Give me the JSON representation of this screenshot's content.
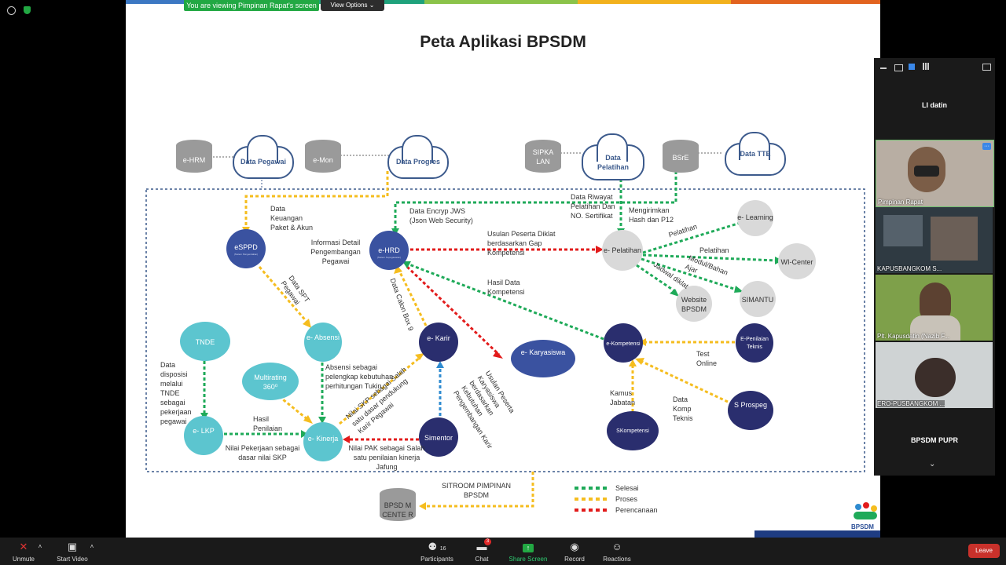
{
  "banner": {
    "viewing_text": "You are viewing Pimpinan Rapat's screen",
    "view_options": "View Options"
  },
  "slide": {
    "title": "Peta Aplikasi BPSDM",
    "stripe_colors": [
      "#3c78c3",
      "#1fa27c",
      "#8bc34a",
      "#f2b11d",
      "#e2631f"
    ],
    "databases": [
      "e-HRM",
      "e-Mon",
      "SIPKA LAN",
      "BSrE",
      "BPSD M CENTE R"
    ],
    "clouds": [
      "Data Pegawai",
      "Data Progres",
      "Data Pelatihan",
      "Data TTE"
    ],
    "apps": {
      "esppd": "eSPPD",
      "esppd_sub": "(Sistem Pengendalian)",
      "ehrd": "e-HRD",
      "ehrd_sub": "(Sistem Kepegawaian)",
      "epelatihan": "e- Pelatihan",
      "elearning": "e- Learning",
      "wicenter": "WI-Center",
      "simantu": "SIMANTU",
      "website": "Website BPSDM",
      "tnde": "TNDE",
      "eabsensi": "e- Absensi",
      "ekarir": "e- Karir",
      "ekaryasiswa": "e- Karyasiswa",
      "multirating": "Multirating 360⁰",
      "elkp": "e- LKP",
      "ekinerja": "e- Kinerja",
      "simentor": "Simentor",
      "ekompetensi": "e-Kompetensi",
      "epenilaian": "E-Penilaian Teknis",
      "skompetensi": "SKompetensi",
      "sprospeg": "S Prospeg"
    },
    "labels": {
      "data_keuangan": "Data Keuangan Paket & Akun",
      "informasi_detail": "Informasi Detail Pengembangan Pegawai",
      "data_encryp": "Data Encryp JWS (Json Web Security)",
      "data_riwayat": "Data Riwayat Pelatihan Dan NO. Sertifikat",
      "mengirimkan": "Mengirimkan Hash dan P12",
      "usulan_diklat": "Usulan Peserta Diklat berdasarkan Gap Kompetensi",
      "pelatihan1": "Pelatihan",
      "pelatihan2": "Pelatihan",
      "modul": "Modul/Bahan Ajar",
      "jadwal": "Jadwal diklat",
      "hasil_data": "Hasil Data Kompetensi",
      "data_spt": "Data SPT Pegawai",
      "data_calon": "Data Calon Box 9",
      "data_disposisi": "Data disposisi melalui TNDE sebagai pekerjaan pegawai",
      "absensi": "Absensi sebagai pelengkap kebutuhan perhitungan Tukin",
      "nilai_skp_sebagai": "Nilai SKP sebagai Salah satu dasar pendukung Karir Pegawai",
      "usulan_karyasiswa": "Usulan Peserta Karyasiswa berdasarkan Kebutuhan Pengembangan Karir",
      "hasil_penilaian": "Hasil Penilaian",
      "nilai_pekerjaan": "Nilai Pekerjaan sebagai dasar nilai SKP",
      "nilai_pak": "Nilai PAK sebagai Salah satu penilaian kinerja Jafung",
      "test_online": "Test Online",
      "kamus": "Kamus Jabatan",
      "data_komp": "Data Komp Teknis",
      "sitroom": "SITROOM PIMPINAN BPSDM",
      "bpsdm_logo": "BPSDM"
    },
    "legend": [
      {
        "label": "Selesai",
        "color": "#1faa59"
      },
      {
        "label": "Proses",
        "color": "#f5bd1f"
      },
      {
        "label": "Perencanaan",
        "color": "#e21b1b"
      }
    ]
  },
  "gallery": {
    "host_name": "LI datin",
    "participants": [
      "Pimpinan Rapat",
      "KAPUSBANGKOM S...",
      "Plt. Kapusdatin (Nazib F...",
      "ERO-PUSBANGKOM ..."
    ],
    "bottom_name": "BPSDM PUPR"
  },
  "toolbar": {
    "unmute": "Unmute",
    "start_video": "Start Video",
    "participants": "Participants",
    "participants_count": "16",
    "chat": "Chat",
    "chat_badge": "3",
    "share_screen": "Share Screen",
    "record": "Record",
    "reactions": "Reactions",
    "leave": "Leave"
  }
}
